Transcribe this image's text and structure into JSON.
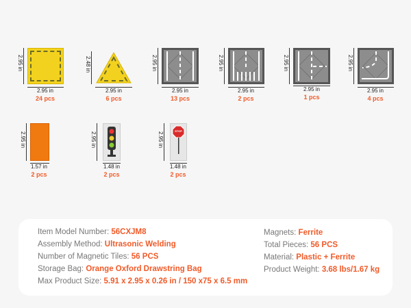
{
  "tiles": [
    {
      "name": "yellow-square",
      "height": "2.95 in",
      "width": "2.95 in",
      "pcs": "24 pcs"
    },
    {
      "name": "yellow-triangle",
      "height": "2.48 in",
      "width": "2.95 in",
      "pcs": "6 pcs"
    },
    {
      "name": "road-straight",
      "height": "2.95 in",
      "width": "2.95 in",
      "pcs": "13 pcs"
    },
    {
      "name": "road-crosswalk",
      "height": "2.95 in",
      "width": "2.95 in",
      "pcs": "2 pcs"
    },
    {
      "name": "road-t-junction",
      "height": "2.95 in",
      "width": "2.95 in",
      "pcs": "1 pcs"
    },
    {
      "name": "road-curve",
      "height": "2.95 in",
      "width": "2.95 in",
      "pcs": "4 pcs"
    },
    {
      "name": "orange-rectangle",
      "height": "2.95 in",
      "width": "1.57 in",
      "pcs": "2 pcs"
    },
    {
      "name": "traffic-light",
      "height": "2.95 in",
      "width": "1.48 in",
      "pcs": "2 pcs"
    },
    {
      "name": "stop-sign",
      "height": "2.95 in",
      "width": "1.48 in",
      "pcs": "2 pcs",
      "sign": "STOP"
    }
  ],
  "specs": {
    "left": [
      {
        "label": "Item Model Number: ",
        "value": "56CXJM8"
      },
      {
        "label": "Assembly Method: ",
        "value": "Ultrasonic Welding"
      },
      {
        "label": "Number of Magnetic Tiles: ",
        "value": "56 PCS"
      },
      {
        "label": "Storage Bag: ",
        "value": "Orange Oxford Drawstring Bag"
      },
      {
        "label": "Max Product Size: ",
        "value": "5.91 x 2.95 x 0.26 in / 150 x75 x 6.5 mm"
      }
    ],
    "right": [
      {
        "label": "Magnets: ",
        "value": "Ferrite"
      },
      {
        "label": "Total Pieces: ",
        "value": "56 PCS"
      },
      {
        "label": "Material: ",
        "value": "Plastic + Ferrite"
      },
      {
        "label": "Product Weight: ",
        "value": "3.68 lbs/1.67 kg"
      }
    ]
  }
}
